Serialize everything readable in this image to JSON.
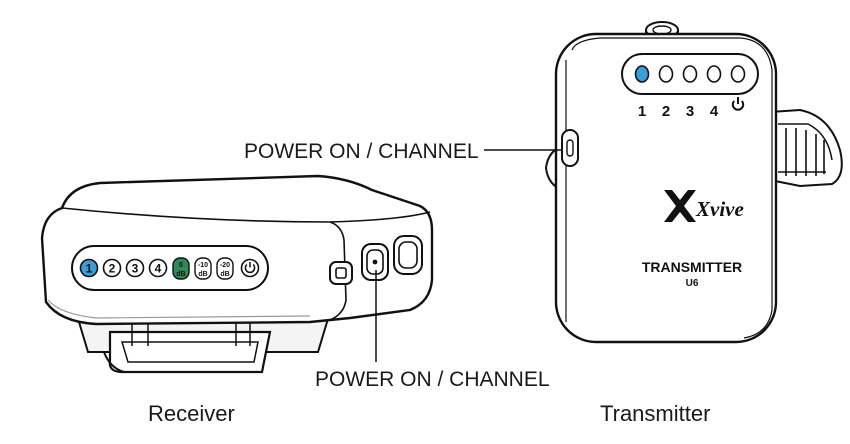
{
  "callouts": {
    "transmitter_button": "POWER ON / CHANNEL",
    "receiver_button": "POWER ON / CHANNEL"
  },
  "captions": {
    "receiver": "Receiver",
    "transmitter": "Transmitter"
  },
  "receiver_panel": {
    "channels": [
      "1",
      "2",
      "3",
      "4"
    ],
    "gain_steps": [
      {
        "top": "0",
        "bottom": "dB"
      },
      {
        "top": "-10",
        "bottom": "dB"
      },
      {
        "top": "-20",
        "bottom": "dB"
      }
    ],
    "active_channel": "1",
    "active_gain": "0"
  },
  "transmitter_panel": {
    "channels": [
      "1",
      "2",
      "3",
      "4"
    ],
    "active_channel": "1",
    "brand_logo": "Xvive",
    "model": "TRANSMITTER",
    "model_sub": "U6"
  },
  "icons": {
    "power": "power-icon"
  },
  "colors": {
    "active_channel": "#3a9fd8",
    "active_gain": "#2e8b57",
    "outline": "#111111"
  }
}
